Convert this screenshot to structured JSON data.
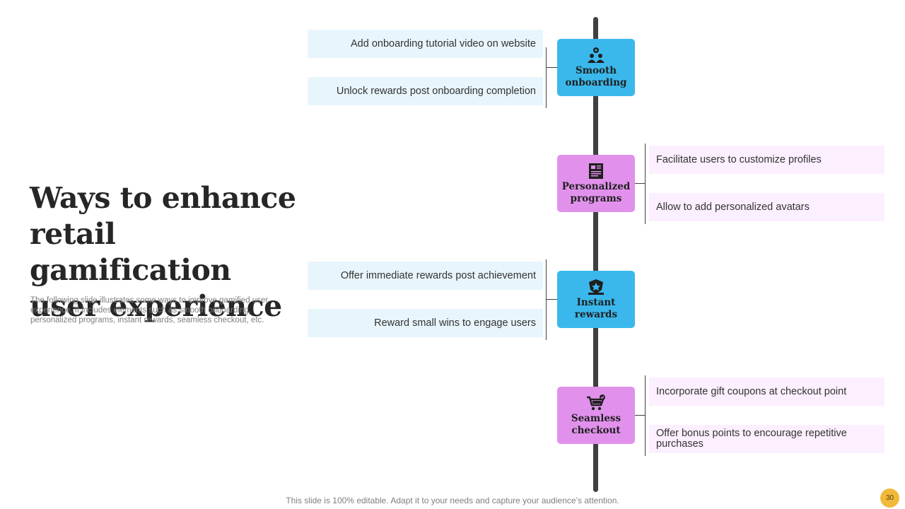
{
  "title": "Ways to enhance retail gamification user experience",
  "subtitle": "The following slide illustrates some ways to improve gamified user experience. It includes elements such as smooth onboarding, personalized programs, instant rewards, seamless checkout, etc.",
  "footer": "This slide is 100% editable. Adapt it to your needs and capture your audience’s attention.",
  "page_number": "30",
  "colors": {
    "blue_node": "#3ab8ec",
    "pink_node": "#e191ec",
    "blue_box": "#e8f5fc",
    "pink_box": "#fcefff",
    "page_badge": "#f0b93a"
  },
  "steps": [
    {
      "label": "Smooth onboarding",
      "icon": "team-gear-icon",
      "items": [
        "Add onboarding tutorial video on website",
        "Unlock rewards post onboarding completion"
      ]
    },
    {
      "label": "Personalized programs",
      "icon": "document-icon",
      "items": [
        "Facilitate users to customize profiles",
        "Allow to add personalized avatars"
      ]
    },
    {
      "label": "Instant rewards",
      "icon": "badge-icon",
      "items": [
        "Offer immediate rewards post achievement",
        "Reward small wins to engage users"
      ]
    },
    {
      "label": "Seamless checkout",
      "icon": "cart-check-icon",
      "items": [
        "Incorporate gift coupons at checkout point",
        "Offer bonus points to encourage repetitive purchases"
      ]
    }
  ]
}
